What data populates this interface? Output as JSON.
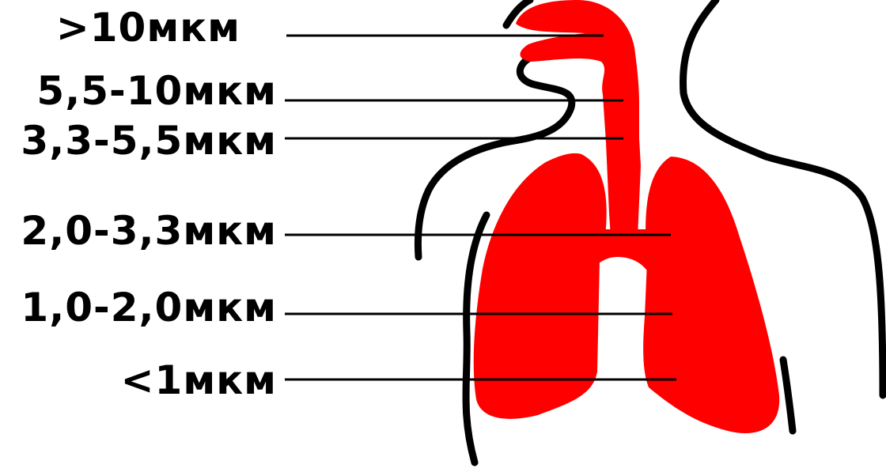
{
  "labels": [
    {
      "text": ">10мкм"
    },
    {
      "text": "5,5-10мкм"
    },
    {
      "text": "3,3-5,5мкм"
    },
    {
      "text": "2,0-3,3мкм"
    },
    {
      "text": "1,0-2,0мкм"
    },
    {
      "text": "<1мкм"
    }
  ],
  "colors": {
    "organ": "#ff0000",
    "outline": "#000000",
    "background": "#ffffff"
  }
}
